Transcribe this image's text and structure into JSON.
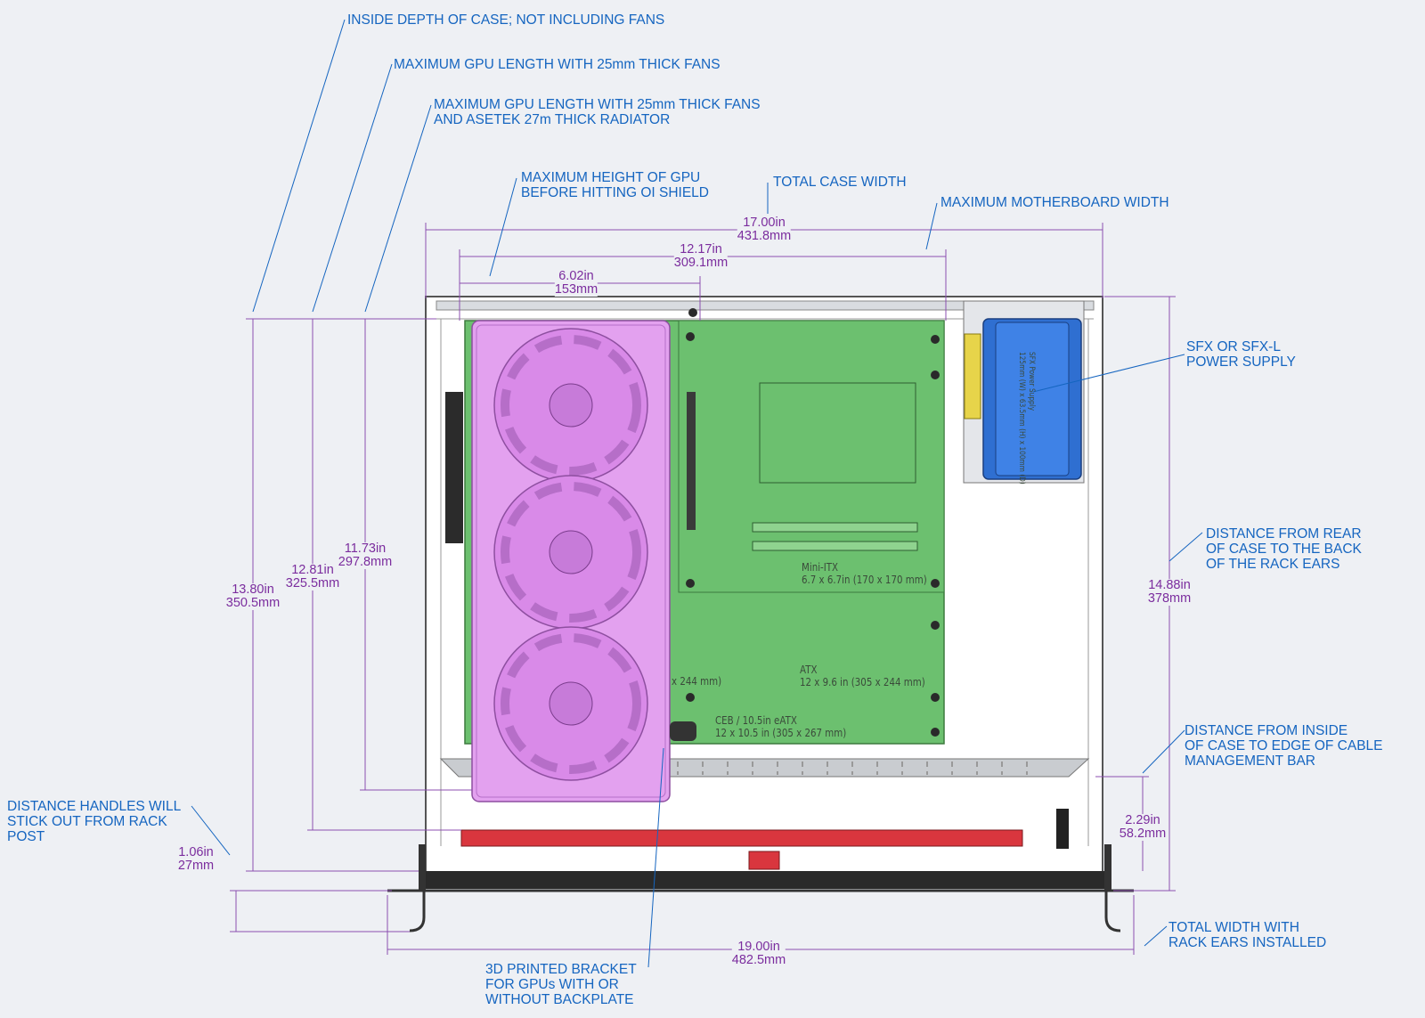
{
  "notes": {
    "inside_depth": "INSIDE DEPTH OF CASE; NOT INCLUDING FANS",
    "gpu_length_fans": "MAXIMUM GPU LENGTH WITH 25mm THICK FANS",
    "gpu_length_radiator": "MAXIMUM GPU LENGTH WITH 25mm THICK FANS\nAND ASETEK 27m THICK RADIATOR",
    "gpu_height": "MAXIMUM HEIGHT OF GPU\nBEFORE HITTING OI SHIELD",
    "total_case_width": "TOTAL CASE WIDTH",
    "max_motherboard_width": "MAXIMUM MOTHERBOARD WIDTH",
    "psu": "SFX OR SFX-L\nPOWER SUPPLY",
    "rear_to_ears": "DISTANCE FROM REAR\nOF CASE TO THE BACK\nOF THE RACK EARS",
    "inside_to_cable_bar": "DISTANCE FROM INSIDE\nOF CASE TO EDGE OF CABLE\nMANAGEMENT BAR",
    "handles": "DISTANCE HANDLES WILL\nSTICK OUT FROM RACK\nPOST",
    "bracket": "3D PRINTED BRACKET\nFOR GPUs WITH OR\nWITHOUT BACKPLATE",
    "width_with_ears": "TOTAL WIDTH WITH\nRACK EARS INSTALLED"
  },
  "dimensions": {
    "case_width": "17.00in\n431.8mm",
    "mobo_width": "12.17in\n309.1mm",
    "gpu_height": "6.02in\n153mm",
    "inside_depth": "13.80in\n350.5mm",
    "gpu_len_fans": "12.81in\n325.5mm",
    "gpu_len_rad": "11.73in\n297.8mm",
    "rear_to_ears": "14.88in\n378mm",
    "cable_bar": "2.29in\n58.2mm",
    "handles": "1.06in\n27mm",
    "total_width": "19.00in\n482.5mm"
  },
  "board_labels": {
    "mini_itx": "Mini-ITX\n6.7 x 6.7in (170 x 170 mm)",
    "atx": "ATX\n12 x 9.6 in (305 x 244 mm)",
    "matx_partial": "x 244 mm)",
    "ceb": "CEB / 10.5in eATX\n12 x 10.5 in (305 x 267 mm)",
    "psu_label": "SFX Power Supply\n125mm (W) x 63.5mm (H) x 100mm (D)"
  },
  "colors": {
    "annotation_text": "#1565c0",
    "dimension_text": "#7b2d9e",
    "motherboard": "#6cc06f",
    "gpu": "#e3a1ef",
    "psu": "#2f6fd1",
    "fans": "#d9363e",
    "background": "#eef0f4"
  }
}
